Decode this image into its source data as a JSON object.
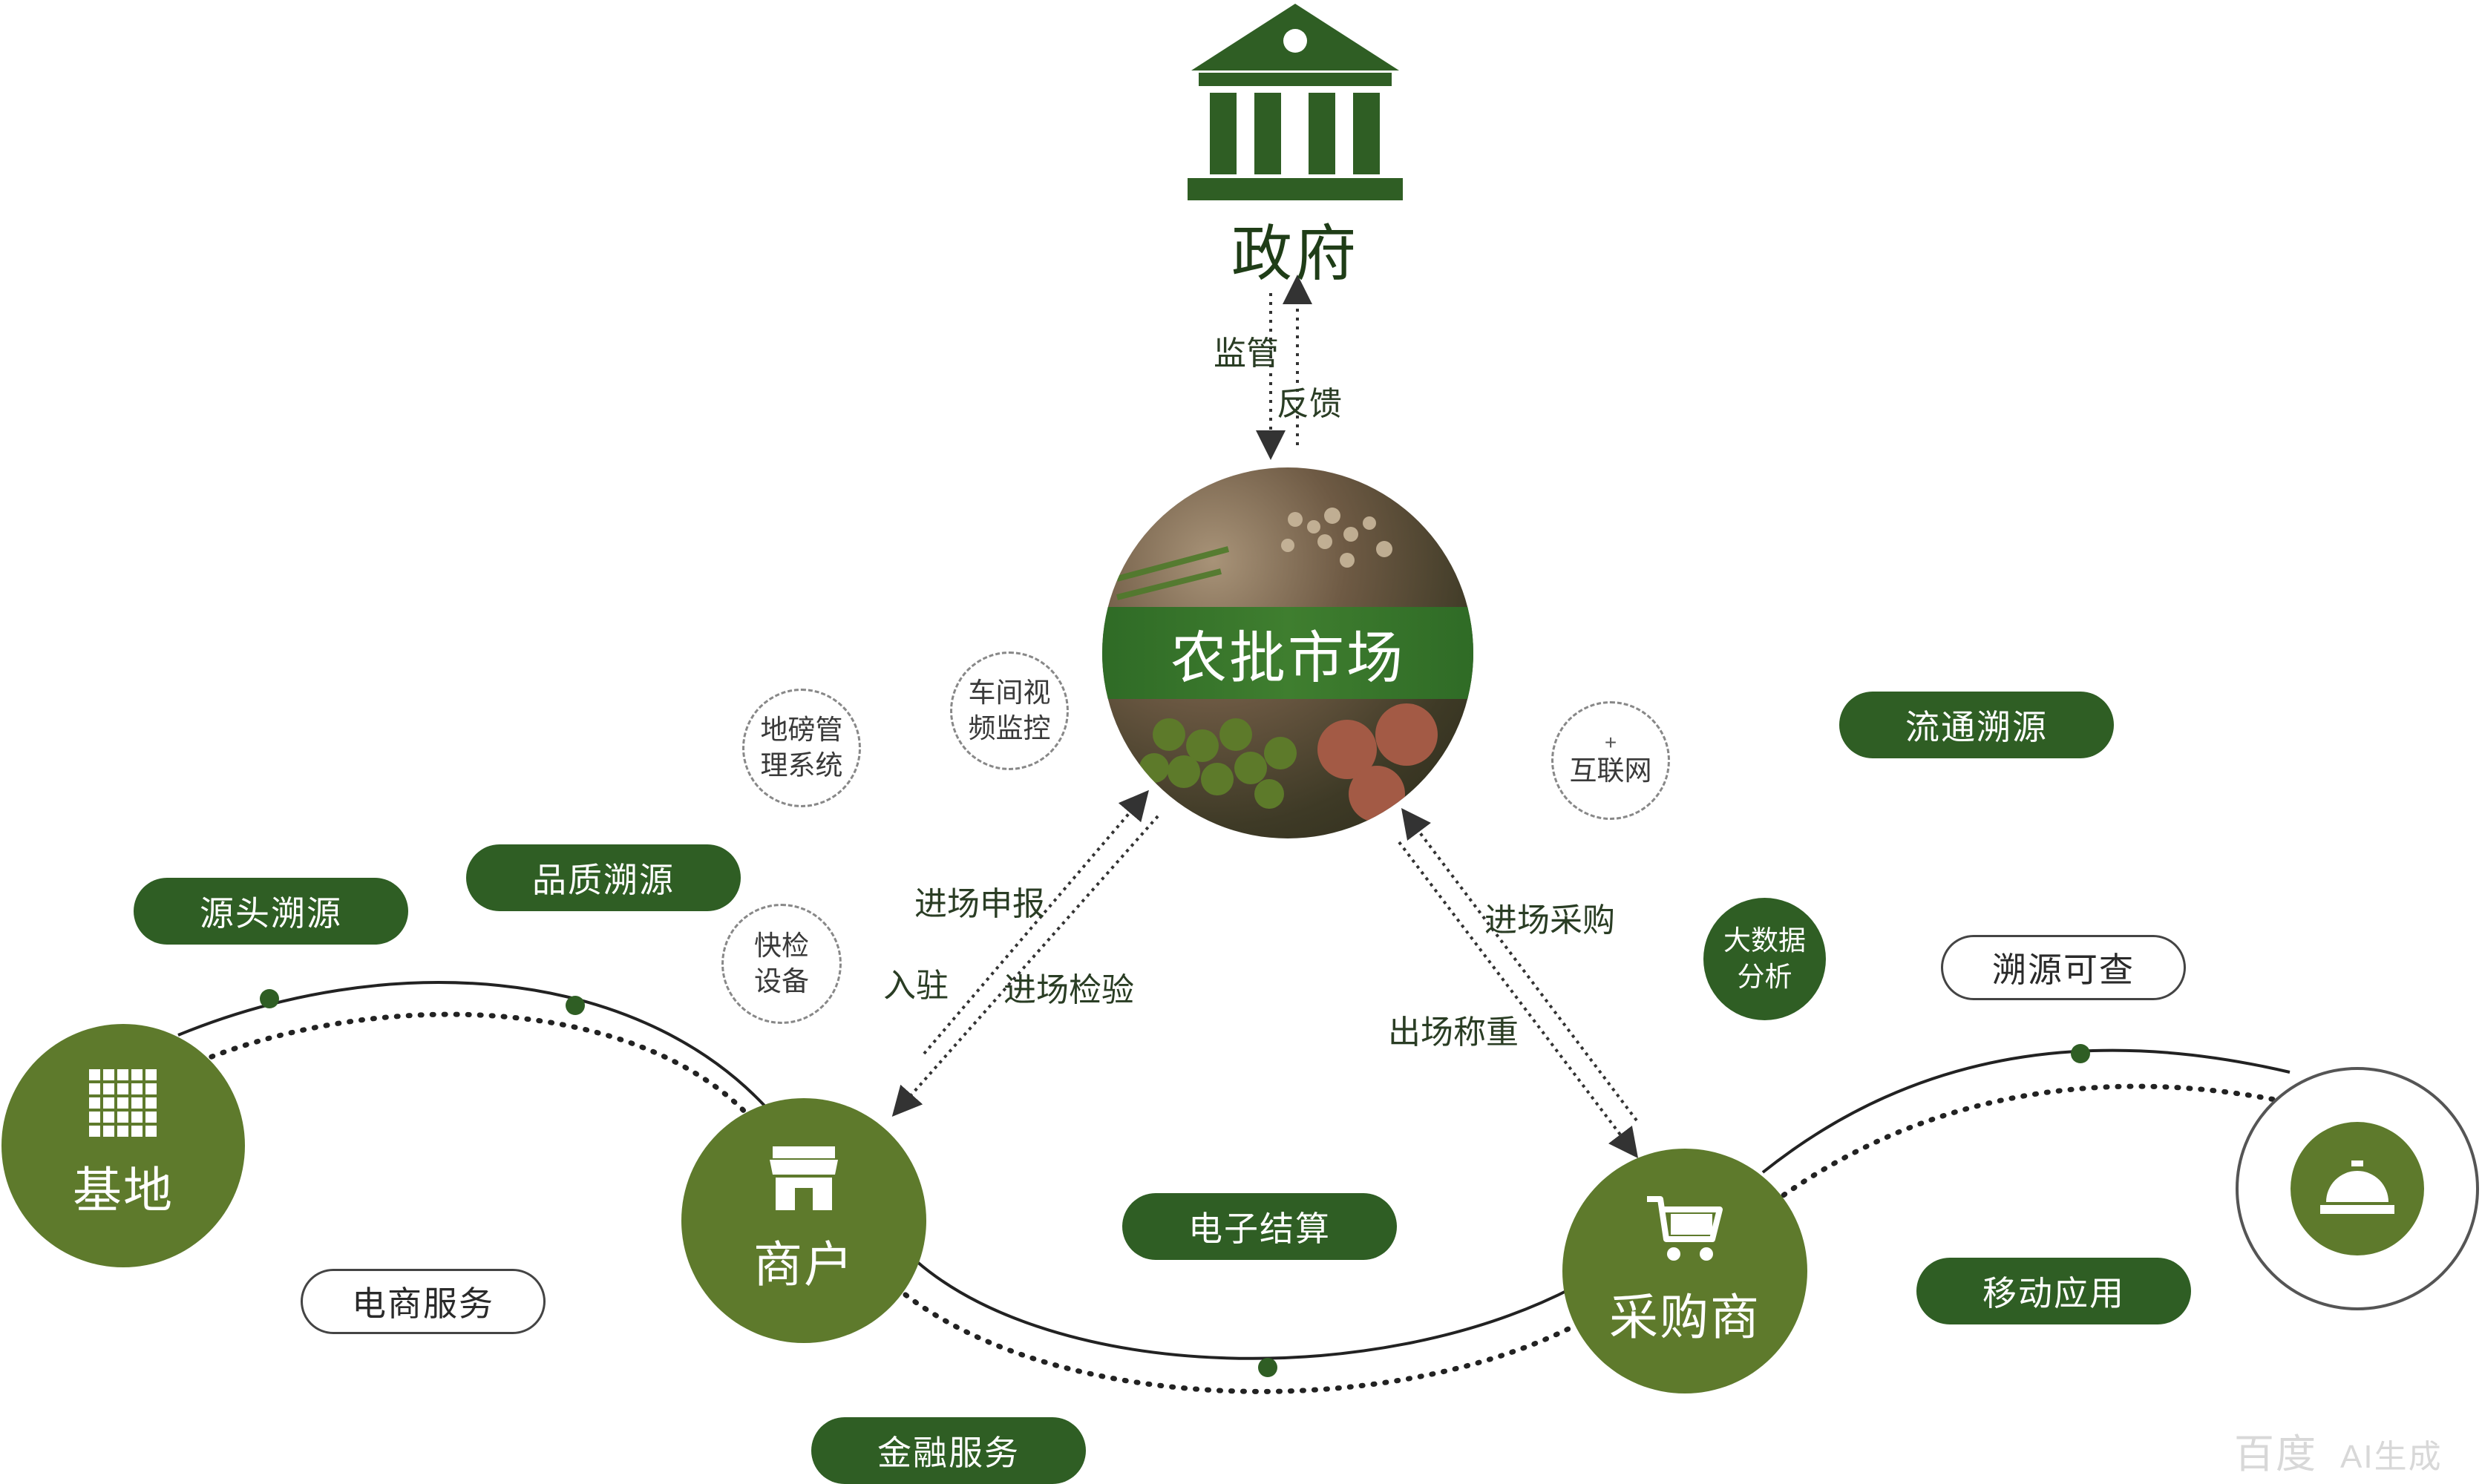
{
  "government": {
    "label": "政府"
  },
  "gov_flows": {
    "supervise": "监管",
    "feedback": "反馈"
  },
  "hub": {
    "label": "农批市场"
  },
  "nodes": {
    "base": {
      "label": "基地",
      "icon": "grid-icon"
    },
    "merchant": {
      "label": "商户",
      "icon": "storefront-icon"
    },
    "purchaser": {
      "label": "采购商",
      "icon": "shopping-cart-icon"
    },
    "service": {
      "icon": "service-bell-icon"
    }
  },
  "flows_left": {
    "declare": "进场申报",
    "settle": "入驻",
    "inspect": "进场检验"
  },
  "flows_right": {
    "purchase": "进场采购",
    "weigh": "出场称重"
  },
  "small_circles": {
    "stall_mgmt": [
      "地磅管",
      "理系统"
    ],
    "workshop_cam": [
      "车间视",
      "频监控"
    ],
    "rapid_test": [
      "快检",
      "设备"
    ],
    "internet": {
      "plus": "+",
      "label": "互联网"
    },
    "bigdata": [
      "大数据",
      "分析"
    ]
  },
  "pills": {
    "source_trace": "源头溯源",
    "quality_trace": "品质溯源",
    "circulation_trace": "流通溯源",
    "trace_query": "溯源可查",
    "ecommerce": "电商服务",
    "e_settlement": "电子结算",
    "finance": "金融服务",
    "mobile_app": "移动应用"
  },
  "watermark": {
    "brand": "百度",
    "tag": "AI生成"
  },
  "colors": {
    "dark_green": "#2f5e24",
    "olive_green": "#5e7a2c",
    "text_dark": "#1f3d17"
  }
}
